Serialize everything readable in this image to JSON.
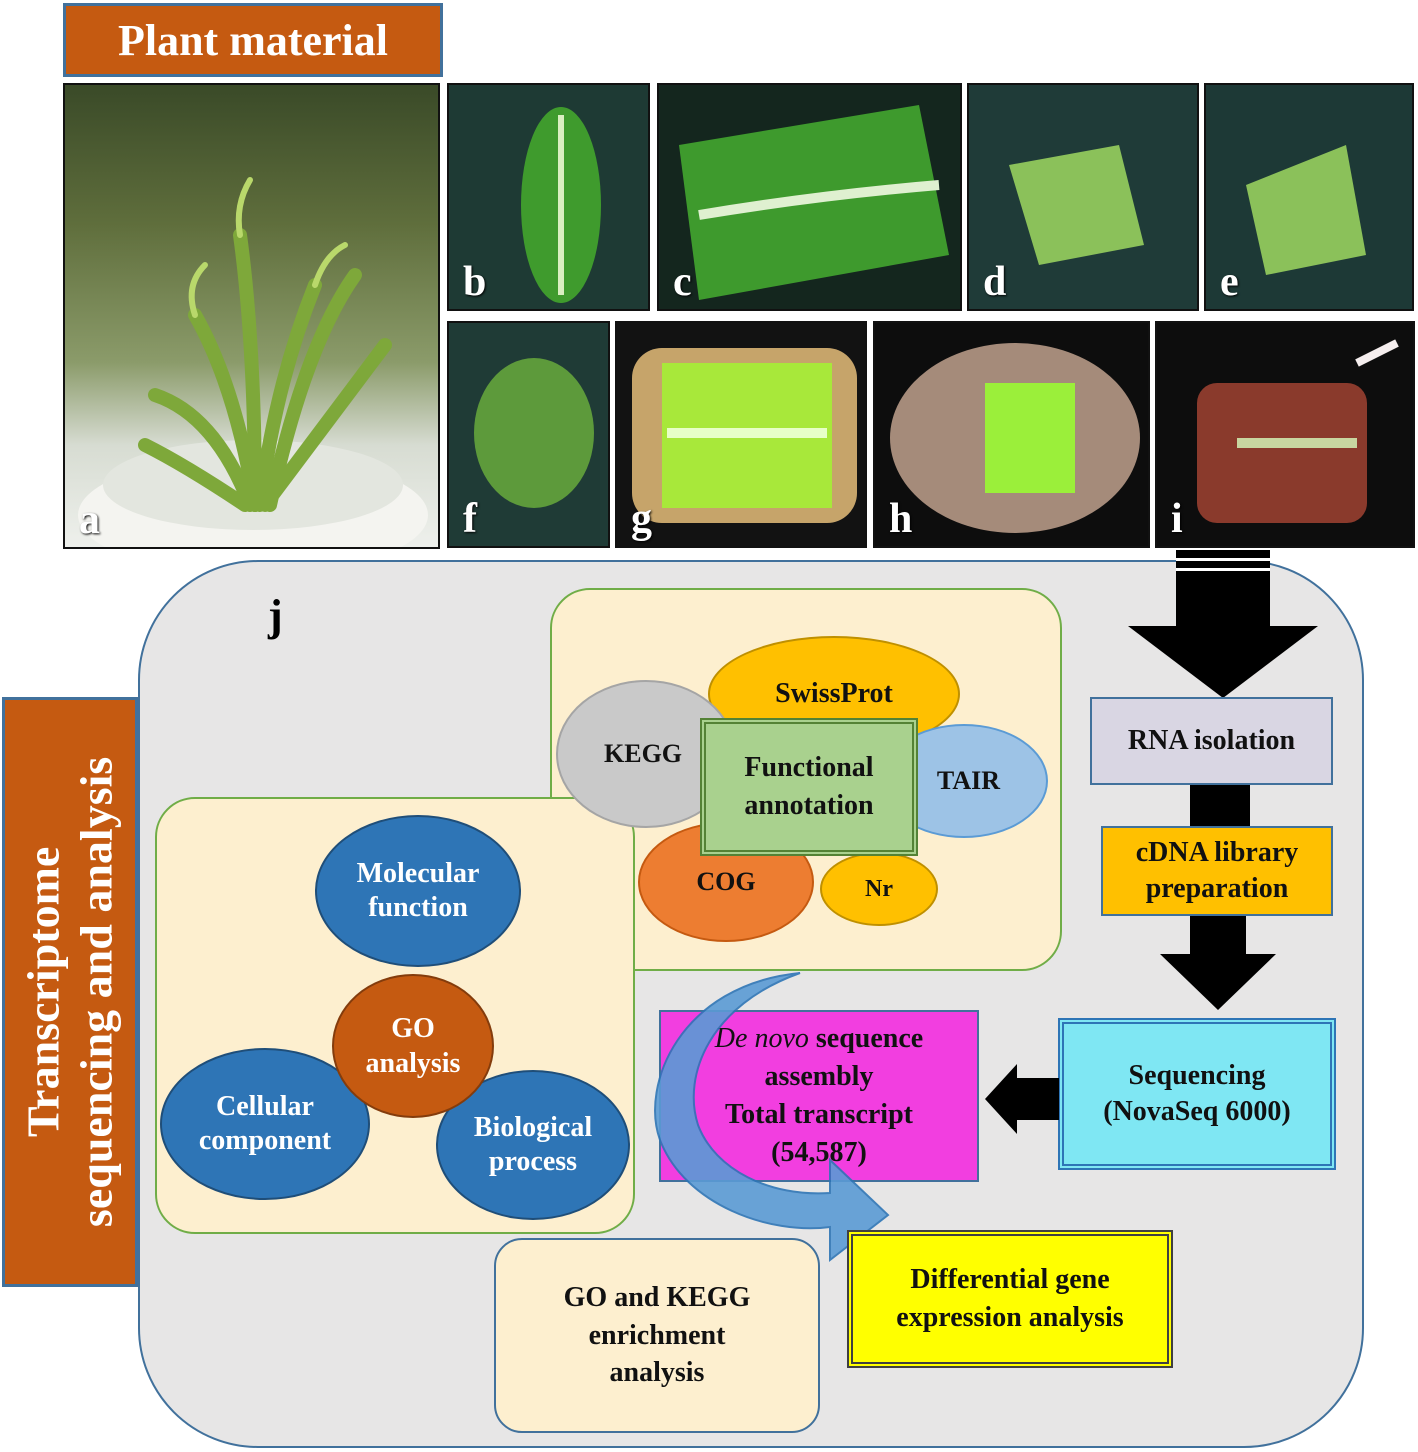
{
  "plant_material": {
    "title": "Plant material",
    "panels": [
      {
        "letter": "a"
      },
      {
        "letter": "b"
      },
      {
        "letter": "c"
      },
      {
        "letter": "d"
      },
      {
        "letter": "e"
      },
      {
        "letter": "f"
      },
      {
        "letter": "g"
      },
      {
        "letter": "h"
      },
      {
        "letter": "i"
      }
    ]
  },
  "section": {
    "side_title_line1": "Transcriptome",
    "side_title_line2": "sequencing and analysis",
    "panel_letter": "j"
  },
  "annotation": {
    "center": [
      "Functional",
      "annotation"
    ],
    "swissprot": "SwissProt",
    "kegg": "KEGG",
    "tair": "TAIR",
    "cog": "COG",
    "nr": "Nr"
  },
  "go": {
    "center": [
      "GO",
      "analysis"
    ],
    "molecular": [
      "Molecular",
      "function"
    ],
    "cellular": [
      "Cellular",
      "component"
    ],
    "biological": [
      "Biological",
      "process"
    ]
  },
  "pipeline": {
    "rna": "RNA isolation",
    "cdna": [
      "cDNA library",
      "preparation"
    ],
    "sequencing": [
      "Sequencing",
      "(NovaSeq 6000)"
    ],
    "denovo_italic": "De novo",
    "denovo_rest": " sequence",
    "denovo_lines": [
      "assembly",
      "Total transcript",
      "(54,587)"
    ],
    "dge": [
      "Differential gene",
      "expression analysis"
    ],
    "enrichment": [
      "GO and KEGG",
      "enrichment",
      "analysis"
    ]
  },
  "colors": {
    "orange_header": "#c55a11",
    "cream": "#fdefcf",
    "panel_gray": "#e7e6e6",
    "magenta": "#f23ee0",
    "cyan": "#7fe7f3",
    "yellow": "#ffff00",
    "gold": "#ffc000",
    "green_box": "#a9d18e"
  }
}
